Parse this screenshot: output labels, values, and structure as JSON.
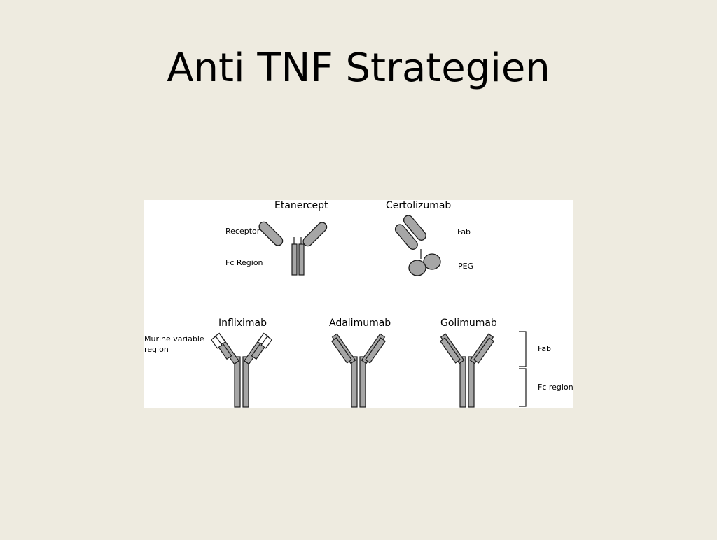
{
  "slide": {
    "title": "Anti TNF Strategien"
  },
  "diagram": {
    "etanercept": {
      "name": "Etanercept",
      "receptor_label": "Receptor",
      "fc_label": "Fc Region"
    },
    "certolizumab": {
      "name": "Certolizumab",
      "fab_label": "Fab",
      "peg_label": "PEG"
    },
    "infliximab": {
      "name": "Infliximab",
      "murine_label_1": "Murine variable",
      "murine_label_2": "region"
    },
    "adalimumab": {
      "name": "Adalimumab"
    },
    "golimumab": {
      "name": "Golimumab"
    },
    "bracket": {
      "fab_label": "Fab",
      "fc_label": "Fc region"
    }
  },
  "colors": {
    "fill": "#a6a6a6",
    "stroke": "#1a1a1a",
    "murine": "#ffffff"
  }
}
